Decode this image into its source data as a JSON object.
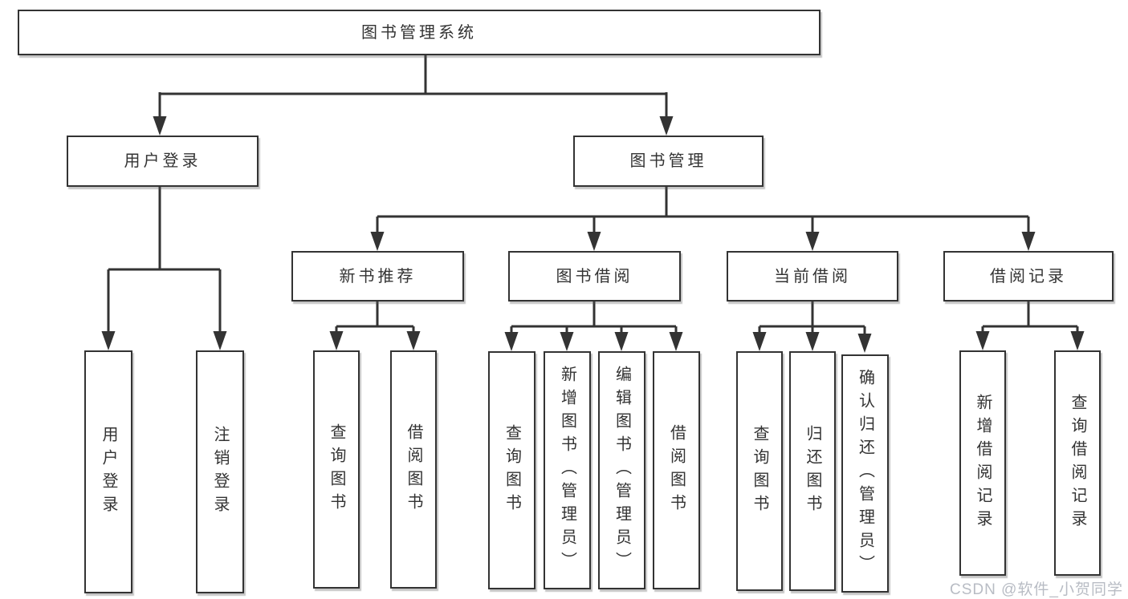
{
  "nodes": {
    "root": "图书管理系统",
    "user_login": "用户登录",
    "book_mgmt": "图书管理",
    "new_book_rec": "新书推荐",
    "book_borrow": "图书借阅",
    "current_borrow": "当前借阅",
    "borrow_records": "借阅记录",
    "leaf_user_login": "用户登录",
    "leaf_logout": "注销登录",
    "leaf_nb_query": "查询图书",
    "leaf_nb_borrow": "借阅图书",
    "leaf_bb_query": "查询图书",
    "leaf_bb_add": "新增图书（管理员）",
    "leaf_bb_edit": "编辑图书（管理员）",
    "leaf_bb_borrow": "借阅图书",
    "leaf_cb_query": "查询图书",
    "leaf_cb_return": "归还图书",
    "leaf_cb_confirm": "确认归还（管理员）",
    "leaf_br_add": "新增借阅记录",
    "leaf_br_query": "查询借阅记录"
  },
  "watermark": "CSDN @软件_小贺同学",
  "colors": {
    "line": "#333333",
    "text": "#333333",
    "box_bg": "#ffffff",
    "watermark": "#b8bcc4"
  }
}
